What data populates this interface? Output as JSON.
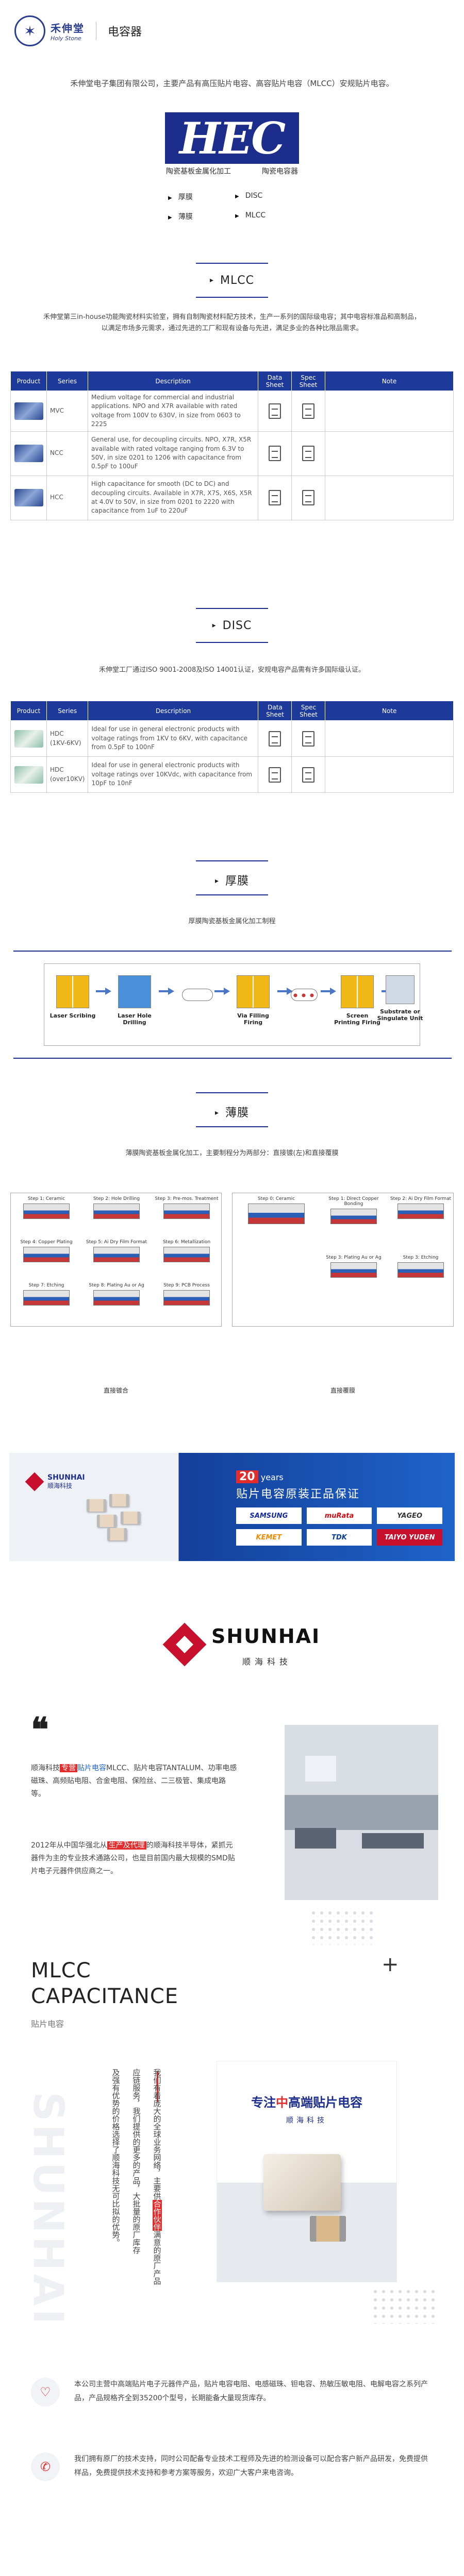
{
  "header": {
    "logo_cn": "禾伸堂",
    "logo_en": "Holy Stone",
    "category": "电容器"
  },
  "intro": {
    "text": "禾伸堂电子集团有限公司，主要产品有高压贴片电容、高容贴片电容（MLCC）安规贴片电容。"
  },
  "hec": {
    "logo": "HEC",
    "cap_left": "陶瓷基板金属化加工",
    "cap_right": "陶瓷电容器",
    "items": [
      "厚膜",
      "DISC",
      "薄膜",
      "MLCC"
    ]
  },
  "mlcc": {
    "title": "MLCC",
    "desc": "禾伸堂第三in-house功能陶瓷材料实验室，拥有自制陶瓷材料配方技术，生产一系列的国际级电容；其中电容标准品和高制品，以满足市场多元需求，通过先进的工厂和现有设备与先进，满足多业的各种比限品需求。",
    "headers": [
      "Product",
      "Series",
      "Description",
      "Data Sheet",
      "Spec Sheet",
      "Note"
    ],
    "rows": [
      {
        "series": "MVC",
        "desc": "Medium voltage for commercial and industrial applications. NPO and X7R available with rated voltage from 100V to 630V, in size from 0603 to 2225"
      },
      {
        "series": "NCC",
        "desc": "General use, for decoupling circuits. NPO, X7R, X5R available with rated voltage ranging from 6.3V to 50V, in size 0201 to 1206 with capacitance from 0.5pF to 100uF"
      },
      {
        "series": "HCC",
        "desc": "High capacitance for smooth (DC to DC) and decoupling circuits. Available in X7R, X7S, X6S, X5R at 4.0V to 50V, in size from 0201 to 2220 with capacitance from 1uF to 220uF"
      }
    ]
  },
  "disc": {
    "title": "DISC",
    "desc": "禾伸堂工厂通过ISO 9001-2008及ISO 14001认证，安规电容产品需有许多国际级认证。",
    "headers": [
      "Product",
      "Series",
      "Description",
      "Data Sheet",
      "Spec Sheet",
      "Note"
    ],
    "rows": [
      {
        "series": "HDC\n(1KV-6KV)",
        "desc": "Ideal for use in general electronic products with voltage ratings from 1KV to 6KV, with capacitance from 0.5pF to 100nF"
      },
      {
        "series": "HDC\n(over10KV)",
        "desc": "Ideal for use in general electronic products with voltage ratings over 10KVdc, with capacitance from 10pF to 10nF"
      }
    ]
  },
  "thick": {
    "title": "厚膜",
    "desc": "厚膜陶瓷基板金属化加工制程",
    "steps": [
      "Laser Scribing",
      "Laser Hole Drilling",
      "Via Filling Firing",
      "Screen Printing Firing",
      "Substrate or Singulate Unit"
    ]
  },
  "thin": {
    "title": "薄膜",
    "desc": "薄膜陶瓷基板金属化加工，主要制程分为两部分：直接镀(左)和直接覆膜",
    "left_steps": [
      "Step 1: Ceramic",
      "Step 2: Hole Drilling",
      "Step 3: Pre-mos. Treatment",
      "Step 4: Copper Plating",
      "Step 5: Ai Dry Film Format",
      "Step 6: Metallization",
      "Step 7: Etching",
      "Step 8: Plating Au or Ag",
      "Step 9: PCB Process"
    ],
    "right_steps": [
      "Step 0: Ceramic",
      "Step 1: Direct Copper Bonding",
      "Step 2: Ai Dry Film Format",
      "Step 3: Plating Au or Ag",
      "Step 3: Etching"
    ],
    "caption_left": "直接镀合",
    "caption_right": "直接覆膜"
  },
  "banner": {
    "brand_cn": "顺海科技",
    "brand_en": "SHUNHAI",
    "years_num": "20",
    "years_word": "years",
    "slogan": "贴片电容原装正品保证",
    "brands": [
      "SAMSUNG",
      "muRata",
      "YAGEO",
      "KEMET",
      "TDK",
      "TAIYO YUDEN"
    ]
  },
  "company": {
    "en": "SHUNHAI",
    "cn": "顺海科技",
    "p1_a": "顺海科技",
    "p1_hl": "专营",
    "p1_blue": "贴片电容",
    "p1_b": "MLCC、贴片电容TANTALUM、功率电感磁珠、高频贴电阻、合金电阻、保险丝、二三极管、集成电路等。",
    "p2_a": "2012年从中国华强北从",
    "p2_hl": "生产及代理",
    "p2_b": "的顺海科技半导体，紧抓元器件为主的专业技术通路公司，也是目前国内最大规模的SMD贴片电子元器件供应商之一。"
  },
  "mlcc_section": {
    "line1": "MLCC",
    "line2": "CAPACITANCE",
    "sub": "贴片电容",
    "plus": "+",
    "watermark": "SHUNHAI",
    "col1_a": "我们有着庞大的全球业务网络，主要供",
    "col1_hl": "合作伙伴",
    "col1_b": "满意的原厂产品",
    "col2": "应链服务，我们提供的更多的产品，大批量的原厂库存",
    "col3": "及强有优势的价格选择了顺海科技无可比拟的优势。",
    "promo_t1a": "专注",
    "promo_t1b": "中",
    "promo_t1c": "高端贴片电容",
    "promo_t2": "顺海科技"
  },
  "bottom": [
    {
      "icon": "♡",
      "text": "本公司主营中高端贴片电子元器件产品，贴片电容电阻、电感磁珠、钽电容、热敏压敏电阻、电解电容之系列产品，产品规格齐全到35200个型号，长期能备大量现货库存。"
    },
    {
      "icon": "✆",
      "text": "我们拥有原厂的技术支持，同时公司配备专业技术工程师及先进的检测设备可以配合客户新产品研发，免费提供样品，免费提供技术支持和参考方案等服务，欢迎广大客户来电咨询。"
    }
  ]
}
